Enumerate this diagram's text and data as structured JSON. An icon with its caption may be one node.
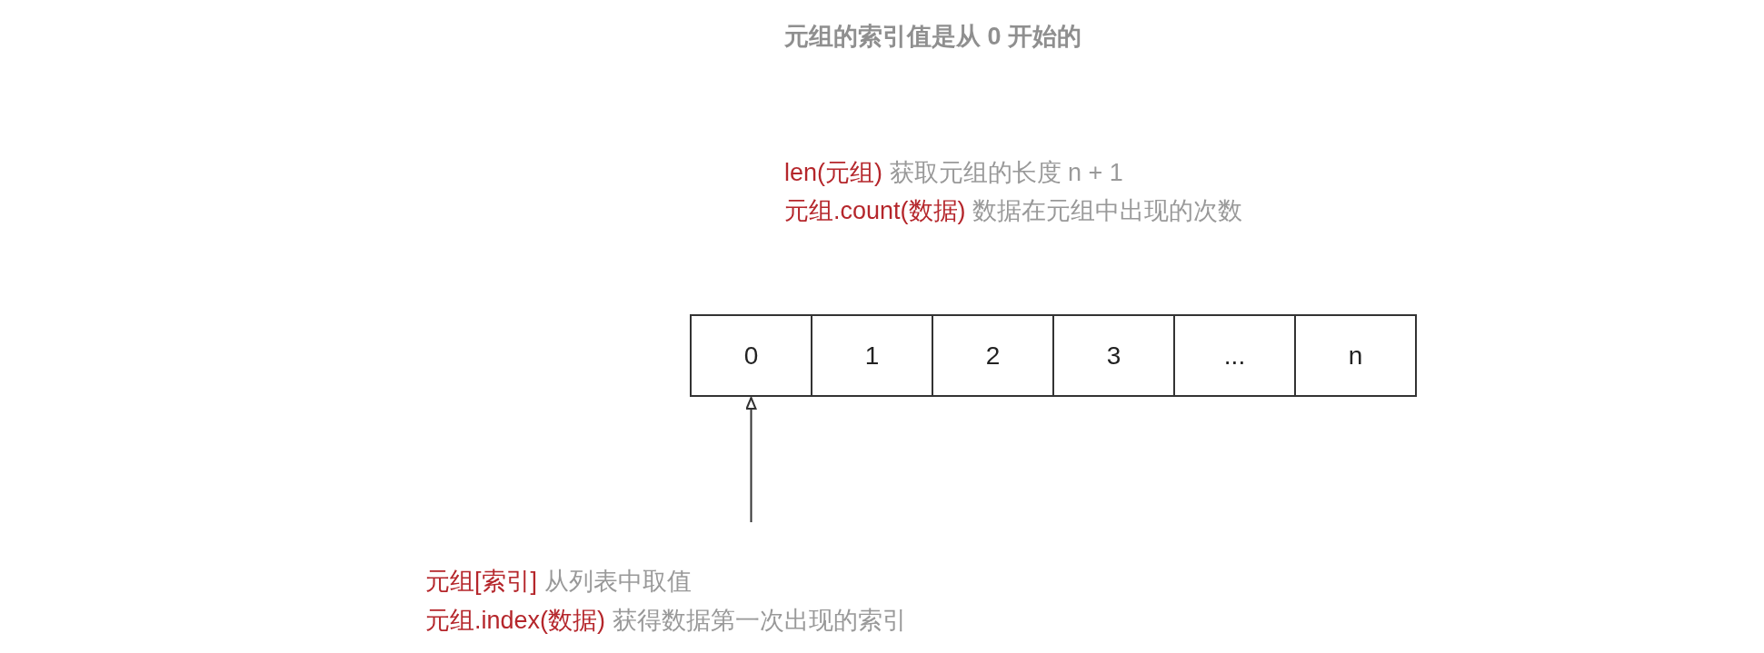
{
  "diagram": {
    "title": "元组的索引值是从 **0** 开始的",
    "nodes": [
      {
        "text": [
          "0"
        ]
      },
      {
        "text": [
          "1"
        ]
      },
      {
        "text": [
          "2"
        ]
      },
      {
        "text": [
          "3"
        ]
      },
      {
        "text": [
          "..."
        ]
      },
      {
        "text": [
          "n"
        ]
      },
      {
        "text": [
          "*元组[索引]* 从列表中取值",
          "*元组.index(数据)* 获得数据第一次出现的索引"
        ]
      }
    ],
    "edges": [
      {
        "from": 6,
        "to": 0,
        "arrow": "to"
      }
    ],
    "labels": [
      "*len(元组)* 获取元组的长度 n + 1",
      "*元组.count(数据)* 数据在元组中出现的次数"
    ]
  }
}
